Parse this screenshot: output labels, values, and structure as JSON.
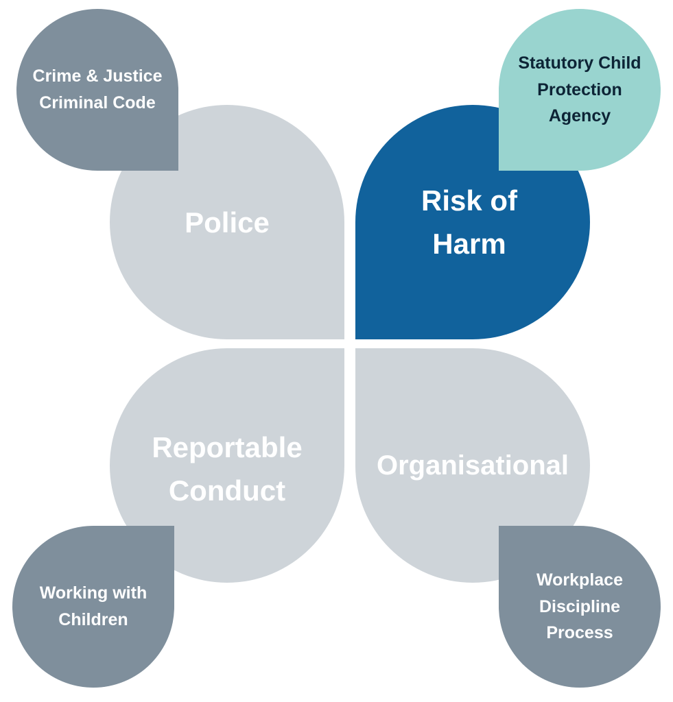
{
  "petals": {
    "police": {
      "label": "Police",
      "color": "#ced4d9"
    },
    "risk_of_harm": {
      "lines": [
        "Risk of",
        "Harm"
      ],
      "color": "#11629c"
    },
    "reportable_conduct": {
      "lines": [
        "Reportable",
        "Conduct"
      ],
      "color": "#ced4d9"
    },
    "organisational": {
      "label": "Organisational",
      "color": "#ced4d9"
    }
  },
  "bubbles": {
    "crime_justice": {
      "lines": [
        "Crime & Justice",
        "Criminal Code"
      ],
      "color": "#7f8f9c"
    },
    "statutory": {
      "lines": [
        "Statutory Child",
        "Protection",
        "Agency"
      ],
      "color": "#99d4cf"
    },
    "working_children": {
      "lines": [
        "Working with",
        "Children"
      ],
      "color": "#7f8f9c"
    },
    "workplace": {
      "lines": [
        "Workplace",
        "Discipline",
        "Process"
      ],
      "color": "#7f8f9c"
    }
  }
}
